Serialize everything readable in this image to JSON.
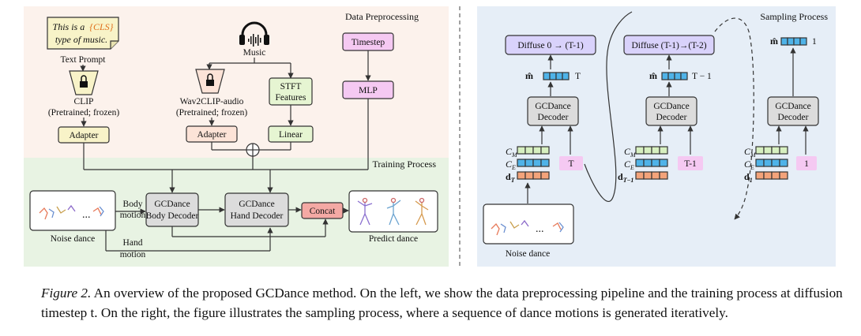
{
  "left": {
    "section_preprocessing": "Data Preprocessing",
    "section_training": "Training Process",
    "text_prompt_line1": "This is a",
    "text_prompt_cls": "{CLS}",
    "text_prompt_line2": "type of music.",
    "text_prompt_label": "Text Prompt",
    "clip_label": "CLIP",
    "clip_sub": "(Pretrained; frozen)",
    "music_label": "Music",
    "wav2clip_label": "Wav2CLIP-audio",
    "wav2clip_sub": "(Pretrained; frozen)",
    "stft_line1": "STFT",
    "stft_line2": "Features",
    "timestep": "Timestep",
    "mlp": "MLP",
    "adapter1": "Adapter",
    "adapter2": "Adapter",
    "linear": "Linear",
    "body_motion_line1": "Body",
    "body_motion_line2": "motion",
    "hand_motion_line1": "Hand",
    "hand_motion_line2": "motion",
    "body_decoder_line1": "GCDance",
    "body_decoder_line2": "Body Decoder",
    "hand_decoder_line1": "GCDance",
    "hand_decoder_line2": "Hand Decoder",
    "concat": "Concat",
    "noise_dance": "Noise dance",
    "predict_dance": "Predict dance",
    "ellipsis": "..."
  },
  "right": {
    "section_sampling": "Sampling Process",
    "diffuse1": "Diffuse 0 → (T-1)",
    "diffuse2": "Diffuse (T-1)→(T-2)",
    "m_hat": "m̂",
    "m_label1": "T",
    "m_label2": "T − 1",
    "m_label3": "1",
    "decoder_line1": "GCDance",
    "decoder_line2": "Decoder",
    "cm": "C",
    "cm_sub": "M",
    "ce": "C",
    "ce_sub": "E",
    "d": "d",
    "d_sub1": "T",
    "d_sub2": "T−1",
    "d_sub3": "1",
    "t1": "T",
    "t2": "T-1",
    "t3": "1",
    "noise_dance": "Noise dance",
    "ellipsis": "..."
  },
  "caption": {
    "fig": "Figure 2.",
    "text": " An overview of the proposed GCDance method. On the left, we show the data preprocessing pipeline and the training process at diffusion timestep t. On the right, the figure illustrates the sampling process, where a sequence of dance motions is generated iteratively."
  },
  "colors": {
    "preproc_bg": "#fcf2ec",
    "training_bg": "#e8f3e3",
    "sampling_bg": "#e6eef7",
    "yellow": "#f8f3c8",
    "peach": "#fce3d7",
    "green": "#e6f5d2",
    "pink": "#f5c9f2",
    "gray": "#dcdcdc",
    "red": "#f4a9a4",
    "lavender": "#d9d2fb"
  }
}
